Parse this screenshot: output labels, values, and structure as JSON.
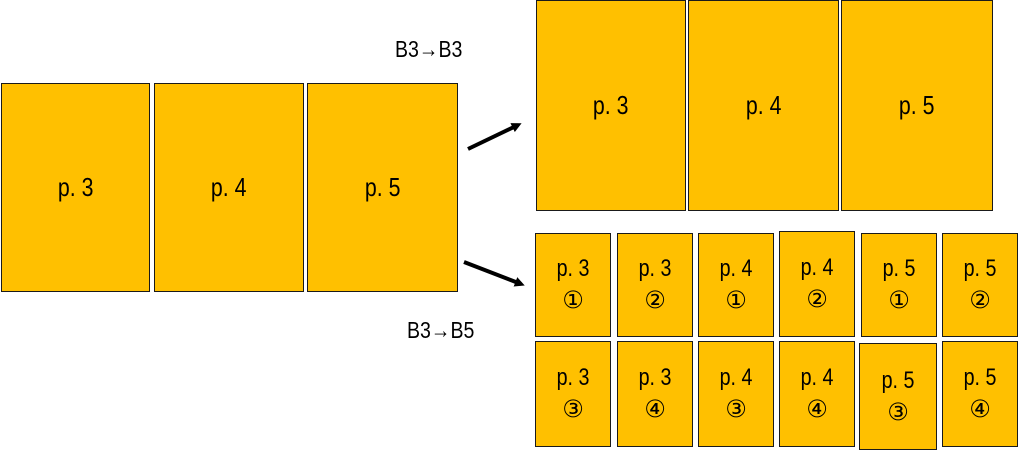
{
  "source": {
    "pages": [
      "p. 3",
      "p. 4",
      "p. 5"
    ]
  },
  "labels": {
    "b3_to_b3": "B3→B3",
    "b3_to_b5": "B3→B5"
  },
  "b3_output": {
    "pages": [
      "p. 3",
      "p. 4",
      "p. 5"
    ]
  },
  "b5_output": {
    "row1": [
      {
        "page": "p. 3",
        "part": "①"
      },
      {
        "page": "p. 3",
        "part": "②"
      },
      {
        "page": "p. 4",
        "part": "①"
      },
      {
        "page": "p. 4",
        "part": "②"
      },
      {
        "page": "p. 5",
        "part": "①"
      },
      {
        "page": "p. 5",
        "part": "②"
      }
    ],
    "row2": [
      {
        "page": "p. 3",
        "part": "③"
      },
      {
        "page": "p. 3",
        "part": "④"
      },
      {
        "page": "p. 4",
        "part": "③"
      },
      {
        "page": "p. 4",
        "part": "④"
      },
      {
        "page": "p. 5",
        "part": "③"
      },
      {
        "page": "p. 5",
        "part": "④"
      }
    ]
  },
  "colors": {
    "page_fill": "#FFC000",
    "border": "#1a1a1a"
  }
}
